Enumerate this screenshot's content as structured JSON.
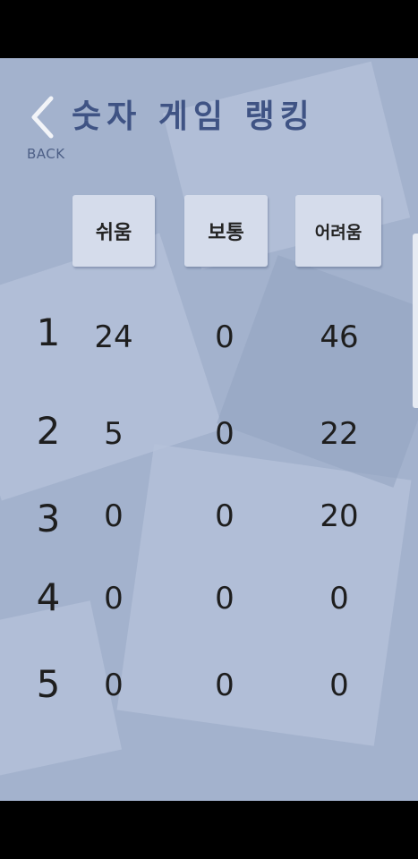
{
  "header": {
    "back_label": "BACK",
    "title": "숫자 게임 랭킹"
  },
  "tabs": [
    {
      "label": "쉬움"
    },
    {
      "label": "보통"
    },
    {
      "label": "어려움"
    }
  ],
  "rankings": [
    {
      "rank": "1",
      "easy": "24",
      "normal": "0",
      "hard": "46"
    },
    {
      "rank": "2",
      "easy": "5",
      "normal": "0",
      "hard": "22"
    },
    {
      "rank": "3",
      "easy": "0",
      "normal": "0",
      "hard": "20"
    },
    {
      "rank": "4",
      "easy": "0",
      "normal": "0",
      "hard": "0"
    },
    {
      "rank": "5",
      "easy": "0",
      "normal": "0",
      "hard": "0"
    }
  ],
  "colors": {
    "background": "#a3b2cd",
    "title": "#3f5384",
    "tab_bg": "#d5dceb"
  },
  "icons": {
    "back": "chevron-left-icon"
  }
}
